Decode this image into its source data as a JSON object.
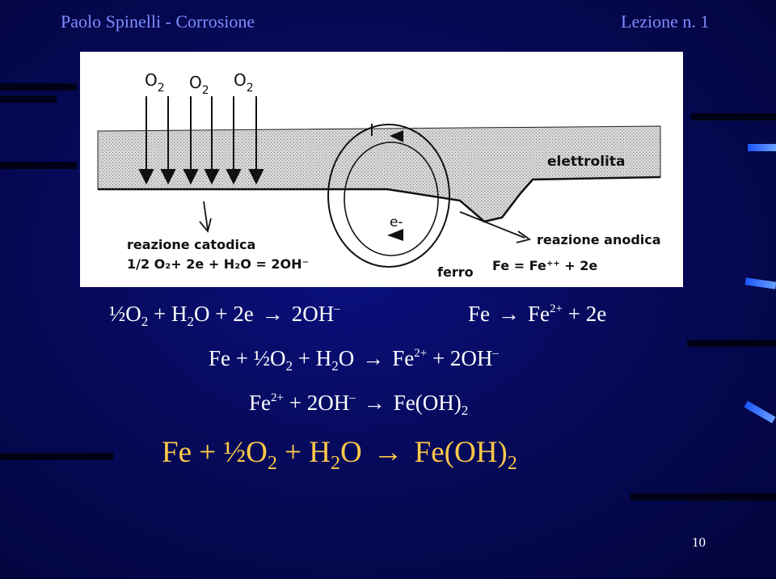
{
  "header": {
    "left": "Paolo Spinelli - Corrosione",
    "right": "Lezione n. 1"
  },
  "figure": {
    "o2_label": "O",
    "o2_sub": "2",
    "current_label": "I",
    "electron_label": "e-",
    "electrolyte_label": "elettrolita",
    "cathodic_title": "reazione catodica",
    "cathodic_eq": "1/2 O₂+ 2e  + H₂O = 2OH⁻",
    "anodic_title": "reazione anodica",
    "iron_label": "ferro",
    "anodic_eq": "Fe = Fe⁺⁺ + 2e"
  },
  "equations": {
    "eq1": {
      "a": "½O",
      "a_sub": "2",
      "b": " +  H",
      "b_sub": "2",
      "c": "O  +  2e",
      "arrow": "→",
      "d": "2OH",
      "d_sup": "–"
    },
    "eq2": {
      "a": "Fe",
      "arrow": "→",
      "b": "Fe",
      "b_sup": "2+",
      "c": " +  2e"
    },
    "eq3": {
      "a": "Fe  +  ½O",
      "a_sub": "2",
      "b": "  +  H",
      "b_sub": "2",
      "c": "O",
      "arrow": "→",
      "d": "Fe",
      "d_sup": "2+",
      "e": " +  2OH",
      "e_sup": "–"
    },
    "eq4": {
      "a": "Fe",
      "a_sup": "2+",
      "b": " +  2OH",
      "b_sup": "–",
      "arrow": "→",
      "c": "Fe(OH)",
      "c_sub": "2"
    },
    "final": {
      "a": "Fe  +  ½O",
      "a_sub": "2",
      "b": "  +  H",
      "b_sub": "2",
      "c": "O",
      "arrow": "→",
      "d": "Fe(OH)",
      "d_sub": "2"
    }
  },
  "page_number": "10",
  "colors": {
    "background": "#06086e",
    "header_text": "#7f8cff",
    "final_equation": "#ffc94a",
    "accent_bars": "#3b7bff"
  }
}
